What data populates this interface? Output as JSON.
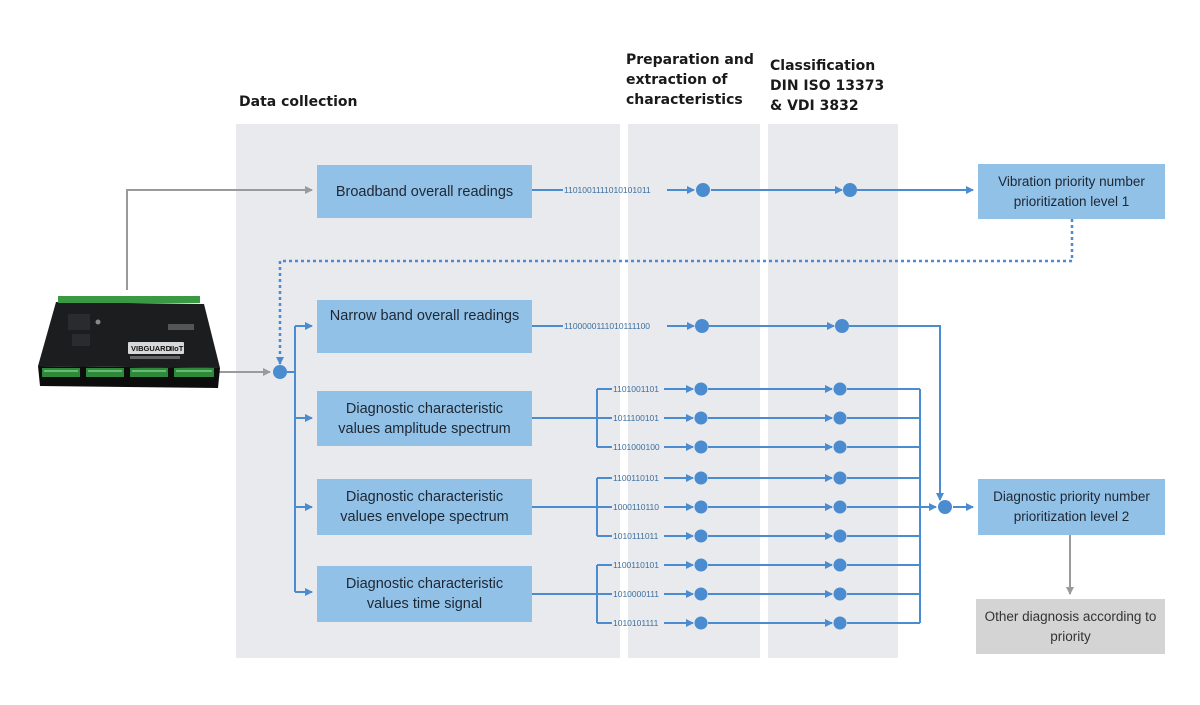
{
  "headers": {
    "data_collection": "Data collection",
    "preparation": "Preparation and\nextraction of\ncharacteristics",
    "classification": "Classification\nDIN ISO 13373\n& VDI 3832"
  },
  "boxes": {
    "broadband": "Broadband overall readings",
    "narrow": "Narrow band overall readings",
    "amplitude": "Diagnostic characteristic\nvalues amplitude spectrum",
    "envelope": "Diagnostic characteristic\nvalues envelope spectrum",
    "time_signal": "Diagnostic characteristic\nvalues time signal",
    "priority1": "Vibration priority number\nprioritization level 1",
    "priority2": "Diagnostic priority number\nprioritization level 2",
    "other": "Other diagnosis according to\npriority"
  },
  "device": {
    "brand": "VIBGUARD",
    "model": "IIoT"
  },
  "codes": {
    "broadband": "1101001111010101011",
    "narrow": "1100000111010111100",
    "amplitude": [
      "1101001101",
      "1011100101",
      "1101000100"
    ],
    "envelope": [
      "1100110101",
      "1000110110",
      "1010111011"
    ],
    "time_signal": [
      "1100110101",
      "1010000111",
      "1010101111"
    ]
  },
  "colors": {
    "arrow_blue": "#4a8ccf",
    "arrow_grey": "#9a9a9a",
    "box_blue": "#92c1e8",
    "panel": "#e8eaee"
  }
}
